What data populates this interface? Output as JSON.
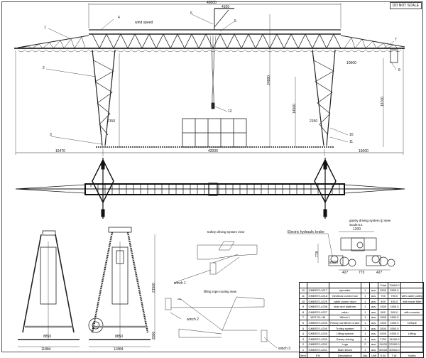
{
  "stamp": "DO NOT SCALE",
  "elevation_view": {
    "dimensions": {
      "total_length": "48800",
      "trolley_offset": "4100",
      "left_cantilever": "16470",
      "span": "42000",
      "right_cantilever": "16000",
      "right_reach": "10000",
      "overall_height": "24880",
      "hook_height_mid": "14500",
      "hook_height_right": "18700",
      "leg_offset_left": "2150",
      "leg_offset_right": "2150"
    },
    "callouts": [
      "1",
      "2",
      "3",
      "4",
      "5",
      "6",
      "7",
      "8",
      "10",
      "11",
      "12"
    ],
    "wind_speed_label": "wind speed"
  },
  "end_views": {
    "left": {
      "base_width": "11884",
      "inner_width": "8850"
    },
    "right": {
      "base_width": "11884",
      "inner_width": "8850",
      "height": "21500",
      "lower_height": "2000"
    }
  },
  "rope_diagrams": {
    "trolley_title": "trolley driving system view",
    "winch1": "winch 1",
    "lifting_title": "lifting rope routing view",
    "winch2": "winch 2",
    "winch3": "winch 3"
  },
  "gantry_detail": {
    "title": "gantry driving system (j) view",
    "scale": "Scale:5:1",
    "brake_label": "Electric hydraulic brake",
    "dim_width": "1200",
    "dim_height": "778",
    "dim_wheel": "Ø500",
    "dim_a": "427",
    "dim_b": "773",
    "dim_c": "427"
  },
  "bom": {
    "header_extra": [
      "Total",
      "79600.0"
    ],
    "rows": [
      {
        "no": "12",
        "code": "GMBS70-4217",
        "desc": "spreader",
        "qty": "1",
        "unit": "acs.",
        "sw": "2500",
        "tw": "2500.0",
        "notes": ""
      },
      {
        "no": "11",
        "code": "GMBS70-4218",
        "desc": "electrical control box",
        "qty": "1",
        "unit": "acs.",
        "sw": "700",
        "tw": "700.0",
        "notes": "with cable pulley"
      },
      {
        "no": "10",
        "code": "GMBS70-4229",
        "desc": "cable power drum",
        "qty": "1",
        "unit": "acs.",
        "sw": "400",
        "tw": "400.0",
        "notes": "with travel filter"
      },
      {
        "no": "9",
        "code": "GMBS70-4206",
        "desc": "stair and platform",
        "qty": "1",
        "unit": "acs.",
        "sw": "1500",
        "tw": "1500.0",
        "notes": ""
      },
      {
        "no": "8",
        "code": "GMBS70-4227",
        "desc": "cabin",
        "qty": "1",
        "unit": "acs.",
        "sw": "500",
        "tw": "500.0",
        "notes": "with console"
      },
      {
        "no": "7",
        "code": "W07.01-16t",
        "desc": "Winch 1",
        "qty": "1",
        "unit": "acs.",
        "sw": "1500",
        "tw": "1500.0",
        "notes": ""
      },
      {
        "no": "6",
        "code": "GMBS70-4206",
        "desc": "Rotary cantilever crane",
        "qty": "1",
        "unit": "acs.",
        "sw": "1500",
        "tw": "1500.0",
        "notes": "Default"
      },
      {
        "no": "5",
        "code": "GMBS70-4205",
        "desc": "Trolley system",
        "qty": "1",
        "unit": "acs.",
        "sw": "3500",
        "tw": "3500.0",
        "notes": ""
      },
      {
        "no": "4",
        "code": "GMBS70-4204",
        "desc": "Lifting system",
        "qty": "1",
        "unit": "acs.",
        "sw": "4500",
        "tw": "4500.0",
        "notes": "Lifting"
      },
      {
        "no": "3",
        "code": "GMBS70-4203",
        "desc": "Gantry driving",
        "qty": "4",
        "unit": "acs.",
        "sw": "2750",
        "tw": "11000.0",
        "notes": ""
      },
      {
        "no": "2",
        "code": "GMBS70-4202",
        "desc": "Legs",
        "qty": "2",
        "unit": "acs.",
        "sw": "11000",
        "tw": "22000.0",
        "notes": ""
      },
      {
        "no": "1",
        "code": "GMBS70-4201",
        "desc": "Main Beam",
        "qty": "1",
        "unit": "acs.",
        "sw": "30000",
        "tw": "30000.0",
        "notes": ""
      }
    ],
    "footer": [
      "Item",
      "P.N",
      "Description",
      "Qty.",
      "Unit",
      "S.W.",
      "T.W.",
      "Notes"
    ]
  }
}
